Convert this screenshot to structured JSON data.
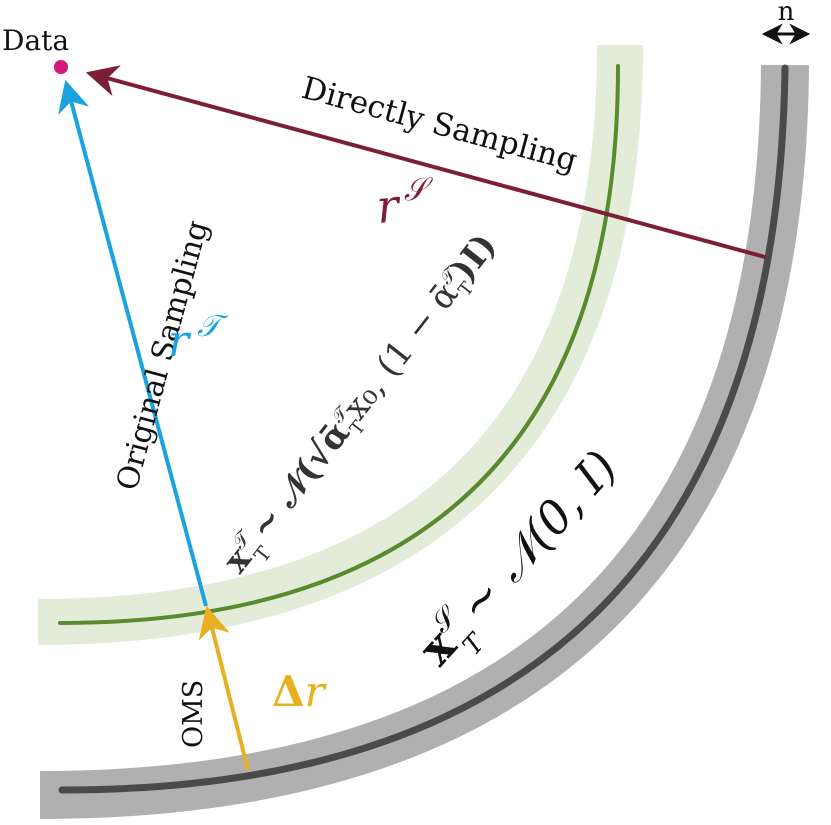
{
  "labels": {
    "data_point": "Data",
    "width_marker": "n",
    "directly_sampling": "Directly Sampling",
    "original_sampling": "Original Sampling",
    "oms": "OMS"
  },
  "math": {
    "r_S_base": "r",
    "r_S_sup": "𝒮",
    "r_T_base": "r",
    "r_T_sup": "𝒯",
    "delta_r_delta": "Δ",
    "delta_r_r": "r",
    "inner_dist_prefix": "x",
    "inner_dist_sup": "𝒯",
    "inner_dist_sub": "T",
    "inner_dist_body": "~ 𝒩(√ᾱ",
    "inner_dist_body_sup": "𝒯",
    "inner_dist_body_sub": "T",
    "inner_dist_tail": "x₀, (1 − ᾱ",
    "inner_dist_tail_sup": "𝒯",
    "inner_dist_tail_sub": "T",
    "inner_dist_end": ")I)",
    "outer_dist_prefix": "x",
    "outer_dist_sup": "𝒮",
    "outer_dist_sub": "T",
    "outer_dist_body": "~ 𝒩(0, I)"
  },
  "colors": {
    "data_point": "#d0197a",
    "directly_sampling_arrow": "#7d1f34",
    "original_sampling_arrow": "#1aa3e0",
    "oms_arrow": "#e8b020",
    "inner_band": "#e3ecd9",
    "inner_arc": "#5a8a2e",
    "outer_band": "#b0b0b0",
    "outer_arc": "#4a4a4a"
  }
}
